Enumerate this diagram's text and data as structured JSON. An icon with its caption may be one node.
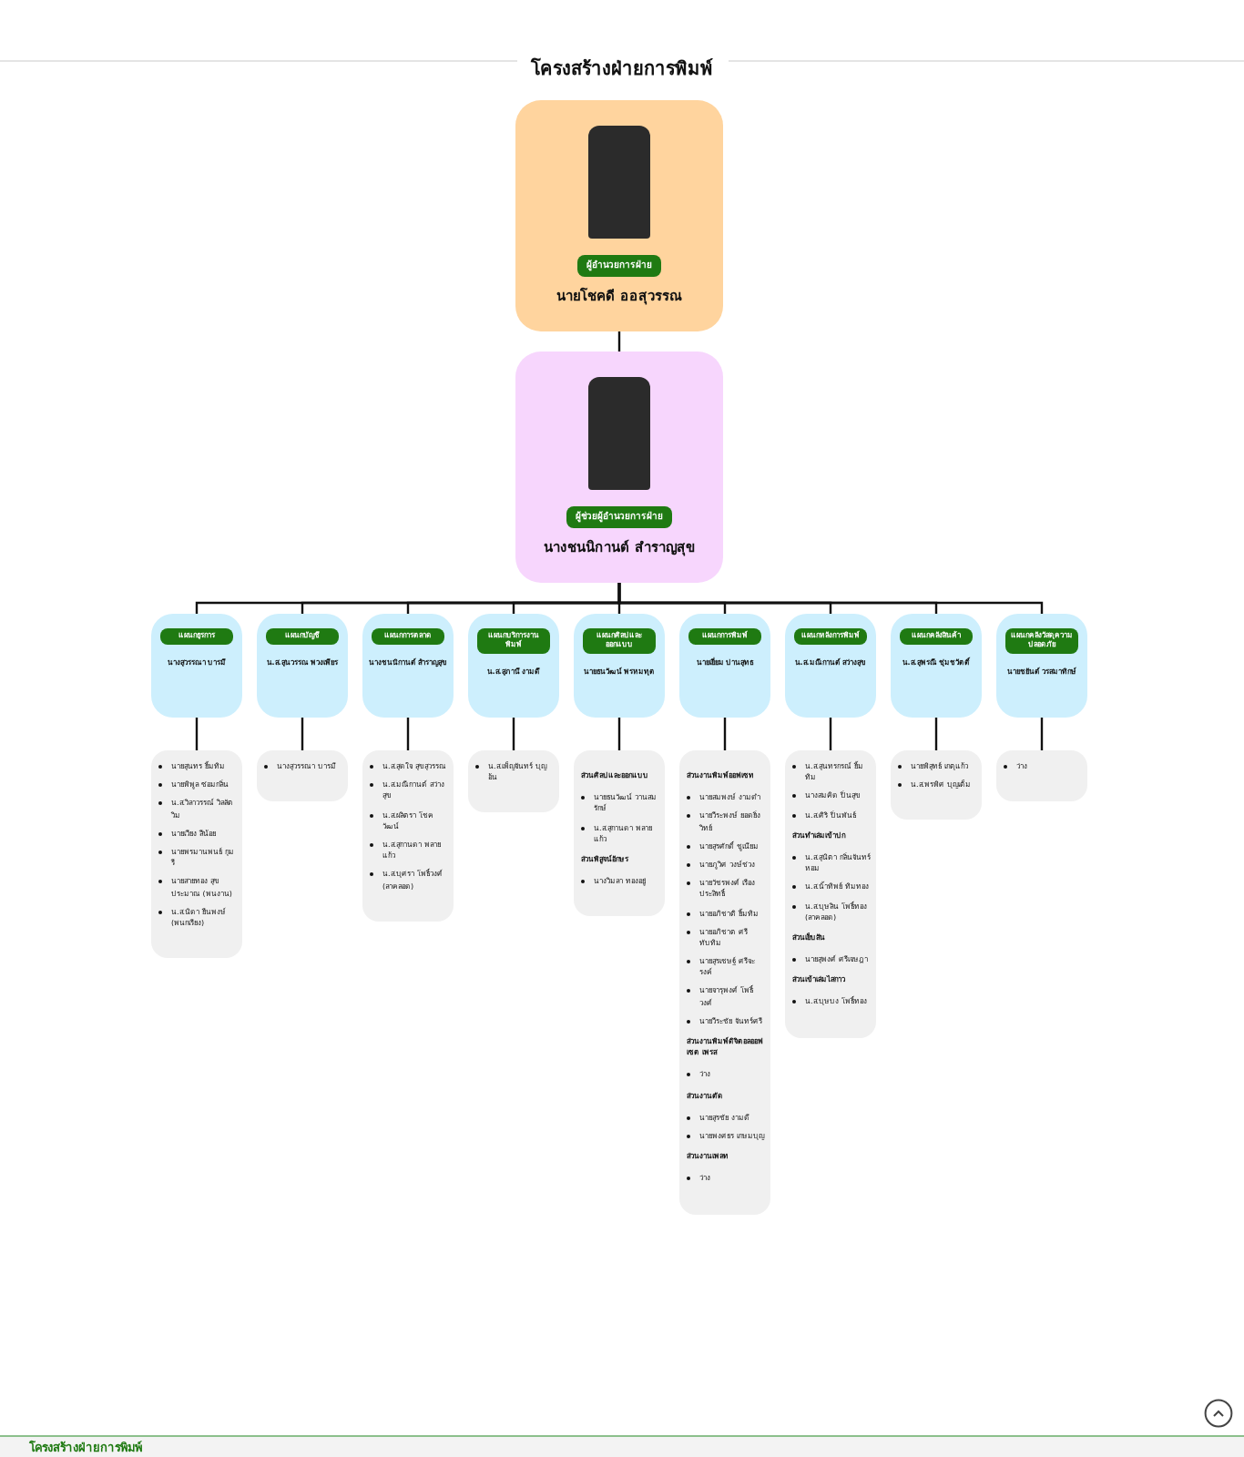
{
  "diagram": {
    "title": "โครงสร้างฝ่ายการพิมพ์",
    "nodes": [
      {
        "text": [
          "ผู้อำนวยการฝ่าย",
          "นายโชคดี ออสุวรรณ"
        ]
      },
      {
        "text": [
          "ผู้ช่วยผู้อำนวยการฝ่าย",
          "นางชนนิกานต์ สำราญสุข"
        ]
      },
      {
        "text": [
          "แผนกธุรการ",
          "นางสุวรรณา บารมี"
        ]
      },
      {
        "text": [
          "แผนกบัญชี",
          "น.ส.สุนวรรณ พวงเพียร"
        ]
      },
      {
        "text": [
          "แผนกการตลาด",
          "นางชนนิกานต์ สำราญสุข"
        ]
      },
      {
        "text": [
          "แผนกบริการงานพิมพ์",
          "น.ส.สุภานี งามดี"
        ]
      },
      {
        "text": [
          "แผนกศิลปและออกแบบ",
          "นายธนวัฒน์ พรหมทุต"
        ]
      },
      {
        "text": [
          "แผนกการพิมพ์",
          "นายเยี่ยม ปานสุทธ"
        ]
      },
      {
        "text": [
          "แผนกหลังการพิมพ์",
          "น.ส.มณีกานต์ สว่างสุข"
        ]
      },
      {
        "text": [
          "แผนกคลังสินค้า",
          "น.ส.สุพรณี ชุ่มชวัตติ์"
        ]
      },
      {
        "text": [
          "แผนกคลังวัสดุความปลอดภัย",
          "นายชยันต์ วรสมาทิกษ์"
        ]
      },
      {
        "text": [
          "นายสุนทร ยิ้มทิม",
          "นายพิพูล ซ่อมกลิ่น",
          "น.ส.วิลาวรรณ์ วิลลัตวิม",
          "นายเวียง สีน้อย",
          "นายพรมานพนธ์ กุมรี",
          "นายสายทอง สุขประมาณ (พนงาน)",
          "น.ส.นิดา ยืนพงษ์ (พนกเรียง)"
        ]
      },
      {
        "text": [
          "นางสุวรรณา บารมี"
        ]
      },
      {
        "text": [
          "น.ส.สุดใจ สุขสุวรรณ",
          "น.ส.มณีกานต์ สว่างสุข",
          "น.ส.ผลิตรา โชควัฒน์",
          "น.ส.สุกานดา พลายแก้ว",
          "น.ส.บุศรา โพธิ์วงศ์ (ลาคลอด)"
        ]
      },
      {
        "text": [
          "น.ส.เพ็ญจันทร์ บุญอ้น"
        ]
      },
      {
        "text": [
          "ส่วนศิลปและออกแบบ",
          "นายธนวัฒน์ วานสมรักษ์",
          "น.ส.สุกานดา พลายแก้ว",
          "ส่วนพิสูจน์อักษร",
          "นางวิมลา ทองอยู่"
        ]
      },
      {
        "text": [
          "ส่วนงานพิมพ์ออฟเซท",
          "นายสมพงษ์ งามดำ",
          "นายวีระพงษ์ ยอดยิ่งวิทย์",
          "นายสุรศักดิ์ ชูเนียม",
          "นายภูวิศ วงษ์ช่วง",
          "นายวัชรพงศ์ เรืองประสิทธิ์",
          "นายอภิชาติ ยิ้มทิม",
          "นายอภิชาต ศรีทับทิม",
          "นายสุรเชษฐ์ ศรีจะรงค์",
          "นายจารุพงศ์ โพธิ์วงศ์",
          "นายวีระชัย จันทร์ศรี",
          "ส่วนงานพิมพ์ดิจิตอลออฟเซต เพรส",
          "ว่าง",
          "ส่วนงานตัด",
          "นายสุรชัย งามดี",
          "นายพงศธร เกษมบุญ",
          "ส่วนงานเพลท",
          "ว่าง"
        ]
      },
      {
        "text": [
          "น.ส.สุนทรกรณ์ ยิ้มทิม",
          "นางสมคิด ปิ่นสุข",
          "น.ส.ศิริ ปิ่นพันธ์",
          "ส่วนทำเล่มเข้าปก",
          "น.ส.สุนิตา กลิ่นจันทร์หอม",
          "น.ส.น้ำทิพย์ ทิมทอง",
          "น.ส.บุษลิน โพธิ์ทอง (ลาคลอด)",
          "ส่วนเย็บสัน",
          "นายสุพงศ์ ศรีเจษฎา",
          "ส่วนเข้าเล่มไสกาว",
          "น.ส.บุษบง โพธิ์ทอง"
        ]
      },
      {
        "text": [
          "นายพิสุทธ์ เกตุแก้ว",
          "น.ส.พรพิศ บุญเต็ม"
        ]
      },
      {
        "text": [
          "ว่าง"
        ]
      }
    ],
    "edges": [
      {
        "from": 0,
        "to": 1,
        "arrow": "none"
      },
      {
        "from": 1,
        "to": 2,
        "arrow": "none"
      },
      {
        "from": 1,
        "to": 3,
        "arrow": "none"
      },
      {
        "from": 1,
        "to": 4,
        "arrow": "none"
      },
      {
        "from": 1,
        "to": 5,
        "arrow": "none"
      },
      {
        "from": 1,
        "to": 6,
        "arrow": "none"
      },
      {
        "from": 1,
        "to": 7,
        "arrow": "none"
      },
      {
        "from": 1,
        "to": 8,
        "arrow": "none"
      },
      {
        "from": 1,
        "to": 9,
        "arrow": "none"
      },
      {
        "from": 1,
        "to": 10,
        "arrow": "none"
      },
      {
        "from": 2,
        "to": 11,
        "arrow": "none"
      },
      {
        "from": 3,
        "to": 12,
        "arrow": "none"
      },
      {
        "from": 4,
        "to": 13,
        "arrow": "none"
      },
      {
        "from": 5,
        "to": 14,
        "arrow": "none"
      },
      {
        "from": 6,
        "to": 15,
        "arrow": "none"
      },
      {
        "from": 7,
        "to": 16,
        "arrow": "none"
      },
      {
        "from": 8,
        "to": 17,
        "arrow": "none"
      },
      {
        "from": 9,
        "to": 18,
        "arrow": "none"
      },
      {
        "from": 10,
        "to": 19,
        "arrow": "none"
      }
    ],
    "labels": [
      "โครงสร้างฝ่ายการพิมพ์"
    ]
  }
}
